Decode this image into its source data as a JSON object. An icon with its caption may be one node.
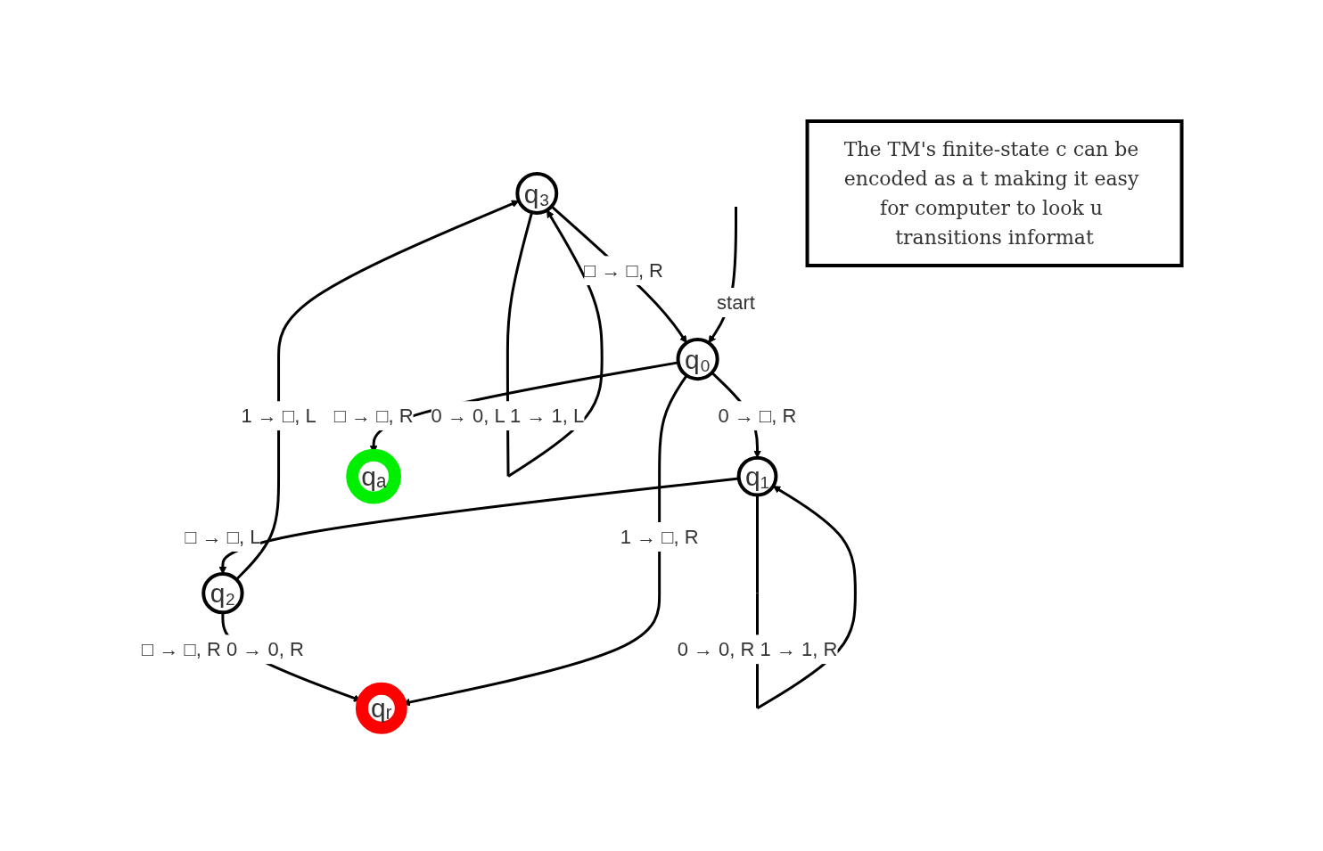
{
  "diagram": {
    "nodes": [
      {
        "text": [
          "q₃"
        ]
      },
      {
        "text": [
          "q₂"
        ]
      },
      {
        "text": [
          "qᵣ"
        ]
      },
      {
        "text": [
          "q₀"
        ]
      },
      {
        "text": [
          "q₁"
        ]
      },
      {
        "text": [
          "qₐ"
        ]
      },
      {
        "text": [
          "The TM's finite-state c can be encoded as a t making it easy for computer to look u transitions informat"
        ]
      }
    ],
    "edges": [
      {
        "from": 0,
        "to": 0,
        "arrow": "to",
        "label": "0 → 0, L 1 → 1, L"
      },
      {
        "from": 1,
        "to": 0,
        "arrow": "to",
        "label": "1 → □, L"
      },
      {
        "from": 1,
        "to": 2,
        "arrow": "to",
        "label": "□ → □, R 0 → 0, R"
      },
      {
        "from": 0,
        "to": 3,
        "arrow": "to",
        "label": "□ → □, R"
      },
      {
        "from": null,
        "to": 3,
        "arrow": "to",
        "label": "start"
      },
      {
        "from": 3,
        "to": 2,
        "arrow": "to",
        "label": "1 → □, R"
      },
      {
        "from": 3,
        "to": 4,
        "arrow": "to",
        "label": "0 → □, R"
      },
      {
        "from": 4,
        "to": 1,
        "arrow": "to",
        "label": "□ → □, L"
      },
      {
        "from": 4,
        "to": 4,
        "arrow": "to",
        "label": "0 → 0, R 1 → 1, R"
      },
      {
        "from": 3,
        "to": 5,
        "arrow": "to",
        "label": "□ → □, R"
      }
    ]
  }
}
